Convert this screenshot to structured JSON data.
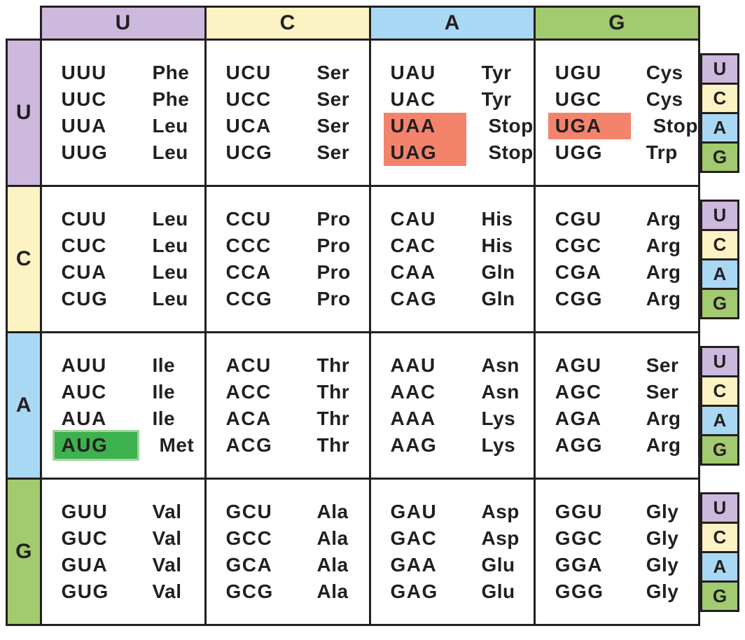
{
  "chart_data": {
    "type": "table",
    "second_base_headers": [
      "U",
      "C",
      "A",
      "G"
    ],
    "first_base_headers": [
      "U",
      "C",
      "A",
      "G"
    ],
    "third_base_headers": [
      "U",
      "C",
      "A",
      "G"
    ],
    "header_colors": {
      "U": "#ccb9dd",
      "C": "#fcf3c4",
      "A": "#a9d8f4",
      "G": "#a2ca6e"
    },
    "highlight_colors": {
      "stop": "#f3846b",
      "start": "#3cb14d"
    },
    "ink_color": "#231f20",
    "rows": [
      {
        "first_base": "U",
        "cells": [
          {
            "second_base": "U",
            "entries": [
              {
                "codon": "UUU",
                "amino_acid": "Phe"
              },
              {
                "codon": "UUC",
                "amino_acid": "Phe"
              },
              {
                "codon": "UUA",
                "amino_acid": "Leu"
              },
              {
                "codon": "UUG",
                "amino_acid": "Leu"
              }
            ]
          },
          {
            "second_base": "C",
            "entries": [
              {
                "codon": "UCU",
                "amino_acid": "Ser"
              },
              {
                "codon": "UCC",
                "amino_acid": "Ser"
              },
              {
                "codon": "UCA",
                "amino_acid": "Ser"
              },
              {
                "codon": "UCG",
                "amino_acid": "Ser"
              }
            ]
          },
          {
            "second_base": "A",
            "entries": [
              {
                "codon": "UAU",
                "amino_acid": "Tyr"
              },
              {
                "codon": "UAC",
                "amino_acid": "Tyr"
              },
              {
                "codon": "UAA",
                "amino_acid": "Stop",
                "highlight": "stop"
              },
              {
                "codon": "UAG",
                "amino_acid": "Stop",
                "highlight": "stop"
              }
            ]
          },
          {
            "second_base": "G",
            "entries": [
              {
                "codon": "UGU",
                "amino_acid": "Cys"
              },
              {
                "codon": "UGC",
                "amino_acid": "Cys"
              },
              {
                "codon": "UGA",
                "amino_acid": "Stop",
                "highlight": "stop"
              },
              {
                "codon": "UGG",
                "amino_acid": "Trp"
              }
            ]
          }
        ]
      },
      {
        "first_base": "C",
        "cells": [
          {
            "second_base": "U",
            "entries": [
              {
                "codon": "CUU",
                "amino_acid": "Leu"
              },
              {
                "codon": "CUC",
                "amino_acid": "Leu"
              },
              {
                "codon": "CUA",
                "amino_acid": "Leu"
              },
              {
                "codon": "CUG",
                "amino_acid": "Leu"
              }
            ]
          },
          {
            "second_base": "C",
            "entries": [
              {
                "codon": "CCU",
                "amino_acid": "Pro"
              },
              {
                "codon": "CCC",
                "amino_acid": "Pro"
              },
              {
                "codon": "CCA",
                "amino_acid": "Pro"
              },
              {
                "codon": "CCG",
                "amino_acid": "Pro"
              }
            ]
          },
          {
            "second_base": "A",
            "entries": [
              {
                "codon": "CAU",
                "amino_acid": "His"
              },
              {
                "codon": "CAC",
                "amino_acid": "His"
              },
              {
                "codon": "CAA",
                "amino_acid": "Gln"
              },
              {
                "codon": "CAG",
                "amino_acid": "Gln"
              }
            ]
          },
          {
            "second_base": "G",
            "entries": [
              {
                "codon": "CGU",
                "amino_acid": "Arg"
              },
              {
                "codon": "CGC",
                "amino_acid": "Arg"
              },
              {
                "codon": "CGA",
                "amino_acid": "Arg"
              },
              {
                "codon": "CGG",
                "amino_acid": "Arg"
              }
            ]
          }
        ]
      },
      {
        "first_base": "A",
        "cells": [
          {
            "second_base": "U",
            "entries": [
              {
                "codon": "AUU",
                "amino_acid": "Ile"
              },
              {
                "codon": "AUC",
                "amino_acid": "Ile"
              },
              {
                "codon": "AUA",
                "amino_acid": "Ile"
              },
              {
                "codon": "AUG",
                "amino_acid": "Met",
                "highlight": "start"
              }
            ]
          },
          {
            "second_base": "C",
            "entries": [
              {
                "codon": "ACU",
                "amino_acid": "Thr"
              },
              {
                "codon": "ACC",
                "amino_acid": "Thr"
              },
              {
                "codon": "ACA",
                "amino_acid": "Thr"
              },
              {
                "codon": "ACG",
                "amino_acid": "Thr"
              }
            ]
          },
          {
            "second_base": "A",
            "entries": [
              {
                "codon": "AAU",
                "amino_acid": "Asn"
              },
              {
                "codon": "AAC",
                "amino_acid": "Asn"
              },
              {
                "codon": "AAA",
                "amino_acid": "Lys"
              },
              {
                "codon": "AAG",
                "amino_acid": "Lys"
              }
            ]
          },
          {
            "second_base": "G",
            "entries": [
              {
                "codon": "AGU",
                "amino_acid": "Ser"
              },
              {
                "codon": "AGC",
                "amino_acid": "Ser"
              },
              {
                "codon": "AGA",
                "amino_acid": "Arg"
              },
              {
                "codon": "AGG",
                "amino_acid": "Arg"
              }
            ]
          }
        ]
      },
      {
        "first_base": "G",
        "cells": [
          {
            "second_base": "U",
            "entries": [
              {
                "codon": "GUU",
                "amino_acid": "Val"
              },
              {
                "codon": "GUC",
                "amino_acid": "Val"
              },
              {
                "codon": "GUA",
                "amino_acid": "Val"
              },
              {
                "codon": "GUG",
                "amino_acid": "Val"
              }
            ]
          },
          {
            "second_base": "C",
            "entries": [
              {
                "codon": "GCU",
                "amino_acid": "Ala"
              },
              {
                "codon": "GCC",
                "amino_acid": "Ala"
              },
              {
                "codon": "GCA",
                "amino_acid": "Ala"
              },
              {
                "codon": "GCG",
                "amino_acid": "Ala"
              }
            ]
          },
          {
            "second_base": "A",
            "entries": [
              {
                "codon": "GAU",
                "amino_acid": "Asp"
              },
              {
                "codon": "GAC",
                "amino_acid": "Asp"
              },
              {
                "codon": "GAA",
                "amino_acid": "Glu"
              },
              {
                "codon": "GAG",
                "amino_acid": "Glu"
              }
            ]
          },
          {
            "second_base": "G",
            "entries": [
              {
                "codon": "GGU",
                "amino_acid": "Gly"
              },
              {
                "codon": "GGC",
                "amino_acid": "Gly"
              },
              {
                "codon": "GGA",
                "amino_acid": "Gly"
              },
              {
                "codon": "GGG",
                "amino_acid": "Gly"
              }
            ]
          }
        ]
      }
    ]
  }
}
